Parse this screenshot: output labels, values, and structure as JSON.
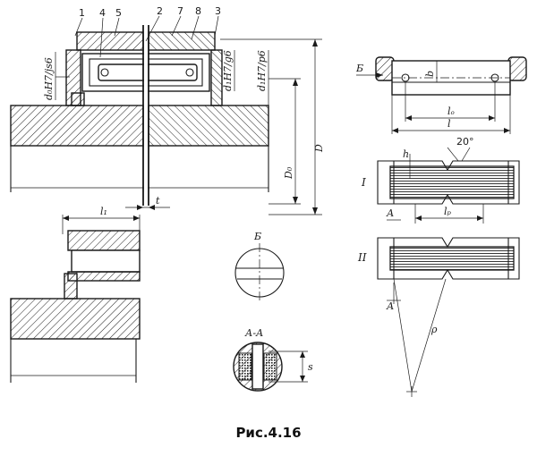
{
  "caption": "Рис.4.16",
  "part_numbers": [
    "1",
    "2",
    "3",
    "4",
    "5",
    "7",
    "8"
  ],
  "fit_labels": {
    "left": "d₀H7/js6",
    "middle": "d₁H7/g6",
    "right": "d₁H7/p6"
  },
  "dimensions": {
    "D": "D",
    "D0": "D₀",
    "t": "t",
    "l1": "l₁",
    "b": "b",
    "l0": "lₒ",
    "l": "l",
    "h": "h",
    "lp": "lₚ",
    "s": "s",
    "rho": "ρ"
  },
  "angle_label": "20°",
  "view_labels": {
    "b_arrow": "Б",
    "b_view": "Б",
    "section_aa": "А-А",
    "a_mark_top": "А",
    "a_mark_bottom": "А",
    "variant_1": "I",
    "variant_2": "II"
  }
}
